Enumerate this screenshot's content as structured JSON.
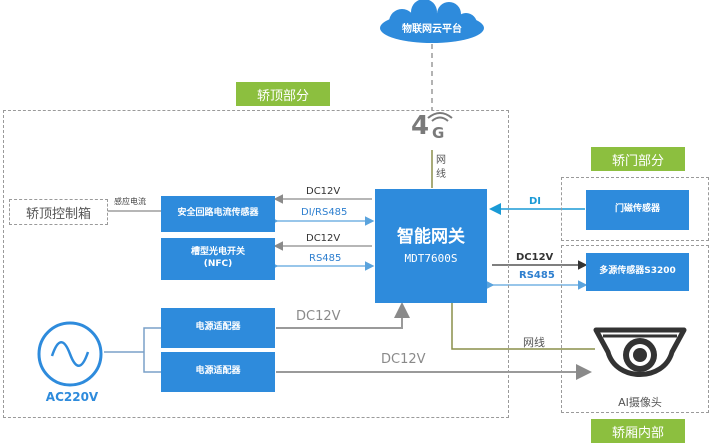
{
  "cloud": {
    "label": "物联网云平台"
  },
  "regions": {
    "car_top": "轿顶部分",
    "car_door": "轿门部分",
    "car_interior": "轿厢内部"
  },
  "left_box": {
    "label": "轿顶控制箱"
  },
  "sensing_current": "感应电流",
  "signal_4g": {
    "digit": "4",
    "letter": "G"
  },
  "network_vertical": "网线",
  "network_horizontal": "网线",
  "gateway": {
    "title": "智能网关",
    "model": "MDT7600S"
  },
  "boxes": {
    "safety_sensor": "安全回路电流传感器",
    "slot_switch_line1": "槽型光电开关",
    "slot_switch_line2": "(NFC)",
    "power_adapter_1": "电源适配器",
    "power_adapter_2": "电源适配器",
    "door_sensor": "门磁传感器",
    "multi_sensor": "多源传感器S3200"
  },
  "links": {
    "dc12v_safety": "DC12V",
    "di_rs485": "DI/RS485",
    "dc12v_slot": "DC12V",
    "rs485_slot": "RS485",
    "di_door": "DI",
    "dc12v_multi": "DC12V",
    "rs485_multi": "RS485",
    "dc12v_adapter1": "DC12V",
    "dc12v_adapter2": "DC12V"
  },
  "ac_power": "AC220V",
  "camera": {
    "label": "AI摄像头"
  }
}
